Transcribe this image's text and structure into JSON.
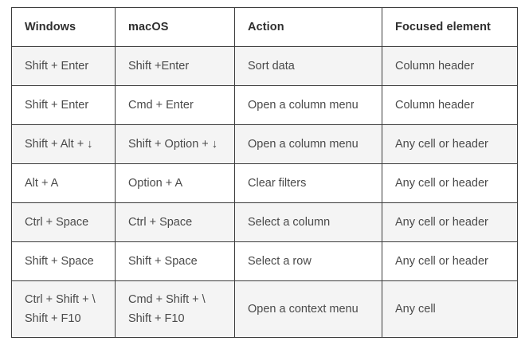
{
  "table": {
    "columns": [
      {
        "key": "windows",
        "label": "Windows"
      },
      {
        "key": "macos",
        "label": "macOS"
      },
      {
        "key": "action",
        "label": "Action"
      },
      {
        "key": "focus",
        "label": "Focused element"
      }
    ],
    "rows": [
      {
        "shaded": true,
        "windows": [
          "Shift + Enter"
        ],
        "macos": [
          "Shift +Enter"
        ],
        "action": [
          "Sort data"
        ],
        "focus": [
          "Column header"
        ]
      },
      {
        "shaded": false,
        "windows": [
          "Shift + Enter"
        ],
        "macos": [
          "Cmd + Enter"
        ],
        "action": [
          "Open a column menu"
        ],
        "focus": [
          "Column header"
        ]
      },
      {
        "shaded": true,
        "windows": [
          "Shift + Alt + ↓"
        ],
        "macos": [
          "Shift + Option + ↓"
        ],
        "action": [
          "Open a column menu"
        ],
        "focus": [
          "Any cell or header"
        ]
      },
      {
        "shaded": false,
        "windows": [
          "Alt + A"
        ],
        "macos": [
          "Option + A"
        ],
        "action": [
          "Clear filters"
        ],
        "focus": [
          "Any cell or header"
        ]
      },
      {
        "shaded": true,
        "windows": [
          "Ctrl + Space"
        ],
        "macos": [
          "Ctrl + Space"
        ],
        "action": [
          "Select a column"
        ],
        "focus": [
          "Any cell or header"
        ]
      },
      {
        "shaded": false,
        "windows": [
          "Shift + Space"
        ],
        "macos": [
          "Shift + Space"
        ],
        "action": [
          "Select a row"
        ],
        "focus": [
          "Any cell or header"
        ]
      },
      {
        "shaded": true,
        "tall": true,
        "windows": [
          "Ctrl + Shift + \\",
          "Shift + F10"
        ],
        "macos": [
          "Cmd + Shift + \\",
          "Shift + F10"
        ],
        "action": [
          "Open a context menu"
        ],
        "focus": [
          "Any cell"
        ]
      }
    ]
  },
  "colors": {
    "border": "#3c3c3c",
    "header_text": "#2f2f2f",
    "body_text": "#4a4a4a",
    "shaded_row": "#f4f4f4",
    "plain_row": "#ffffff"
  }
}
